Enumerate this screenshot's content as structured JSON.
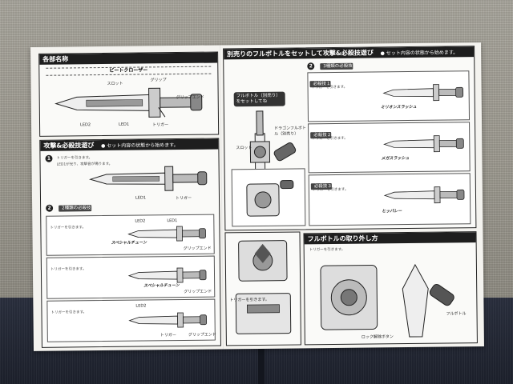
{
  "sheet": {
    "parts_title": "各部名称",
    "device_name": "ビートクローザー",
    "parts_labels": {
      "slot": "スロット",
      "grip": "グリップ",
      "grip_end": "グリップエンド",
      "led2": "LED2",
      "led1": "LED1",
      "trigger": "トリガー"
    },
    "attack_title": "攻撃&必殺技遊び",
    "attack_note": "● セット内容の状態から始めます。",
    "attack_step1_led": "LED1",
    "attack_step1_trigger": "トリガー",
    "attack_step2": "2種類の必殺技",
    "attack_effect": "スペシャルチューン",
    "led2": "LED2",
    "led1": "LED1",
    "grip_end": "グリップエンド",
    "trigger": "トリガー",
    "fullbottle_title": "別売りのフルボトルをセットして攻撃&必殺技遊び",
    "fullbottle_note": "● セット内容の状態から始めます。",
    "fullbottle_callout": "フルボトル（別売り）をセットしてね",
    "dragon_label": "ドラゴンフルボトル（別売り）",
    "slot_label": "スロット",
    "three_finishers": "3種類の必殺技",
    "finisher_1": "必殺技１",
    "finisher_2": "必殺技２",
    "finisher_3": "必殺技３",
    "effect_1": "ミリオンスラッシュ",
    "effect_2": "メガスラッシュ",
    "effect_3": "ヒッパレー",
    "remove_title": "フルボトルの取り外し方",
    "remove_bottle": "フルボトル",
    "remove_lock": "ロック解除ボタン",
    "trigger_text": "トリガーを引きます。",
    "led_text": "LED1が光り、攻撃音が鳴ります。"
  }
}
